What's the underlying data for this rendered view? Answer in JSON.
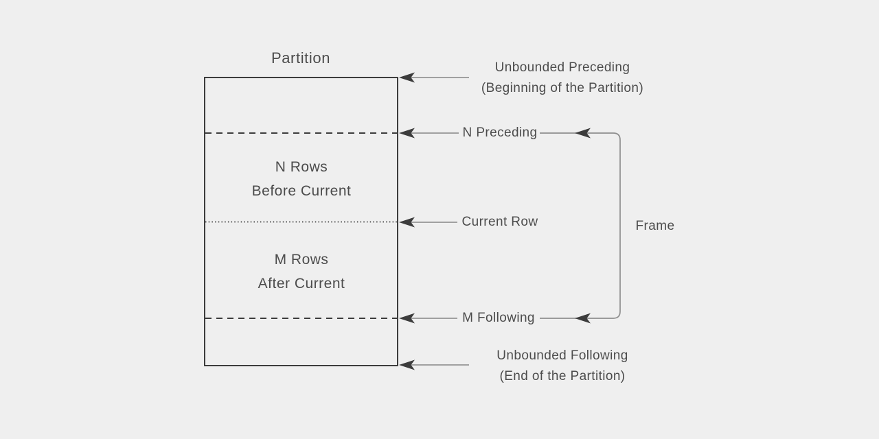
{
  "colors": {
    "background": "#efefef",
    "dark_line": "#3c3c3c",
    "gray_line": "#949494",
    "text": "#4c4c4c"
  },
  "diagram": {
    "title": "Partition",
    "box": {
      "upper_label": {
        "line1": "N Rows",
        "line2": "Before Current"
      },
      "lower_label": {
        "line1": "M Rows",
        "line2": "After Current"
      }
    },
    "markers": {
      "unbounded_preceding": {
        "line1": "Unbounded Preceding",
        "line2": "(Beginning of the Partition)"
      },
      "n_preceding": {
        "label": "N Preceding"
      },
      "current_row": {
        "label": "Current Row"
      },
      "m_following": {
        "label": "M Following"
      },
      "unbounded_following": {
        "line1": "Unbounded Following",
        "line2": "(End of the Partition)"
      }
    },
    "frame_label": "Frame"
  }
}
